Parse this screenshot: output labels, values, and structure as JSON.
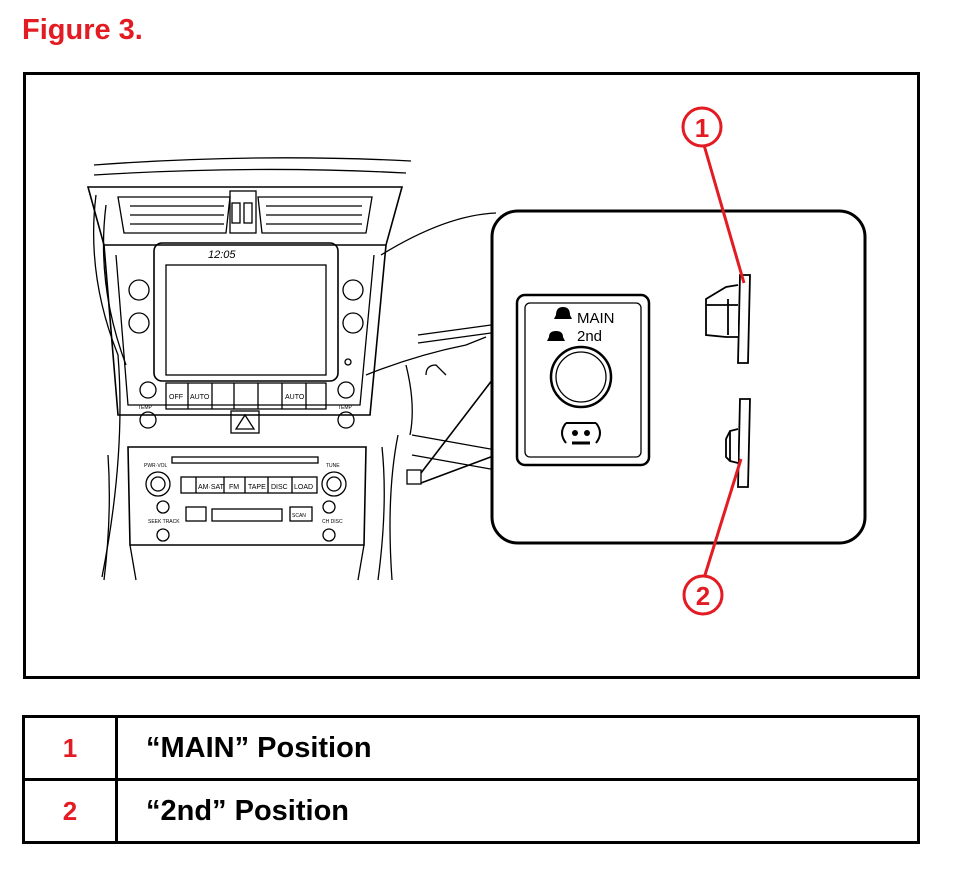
{
  "figure": {
    "title": "Figure 3.",
    "callouts": [
      {
        "number": "1"
      },
      {
        "number": "2"
      }
    ],
    "dash": {
      "clock_readout": "12:05",
      "buttons": {
        "off": "OFF",
        "auto": "AUTO",
        "fm": "FM",
        "tape": "TAPE",
        "disc": "DISC",
        "load": "LOAD",
        "am_sat": "AM·SAT",
        "scan": "SCAN",
        "auto_right": "AUTO",
        "seek_track": "SEEK TRACK",
        "temp_left": "TEMP",
        "temp_right": "TEMP",
        "pwr_vol": "PWR·VOL",
        "tune": "TUNE",
        "ch_disc": "CH DISC"
      }
    },
    "switch_detail": {
      "label_main": "MAIN",
      "label_2nd": "2nd"
    }
  },
  "legend": {
    "rows": [
      {
        "number": "1",
        "text": "“MAIN” Position"
      },
      {
        "number": "2",
        "text": "“2nd” Position"
      }
    ]
  },
  "colors": {
    "accent": "#e31b23",
    "line": "#000000",
    "background": "#ffffff"
  }
}
